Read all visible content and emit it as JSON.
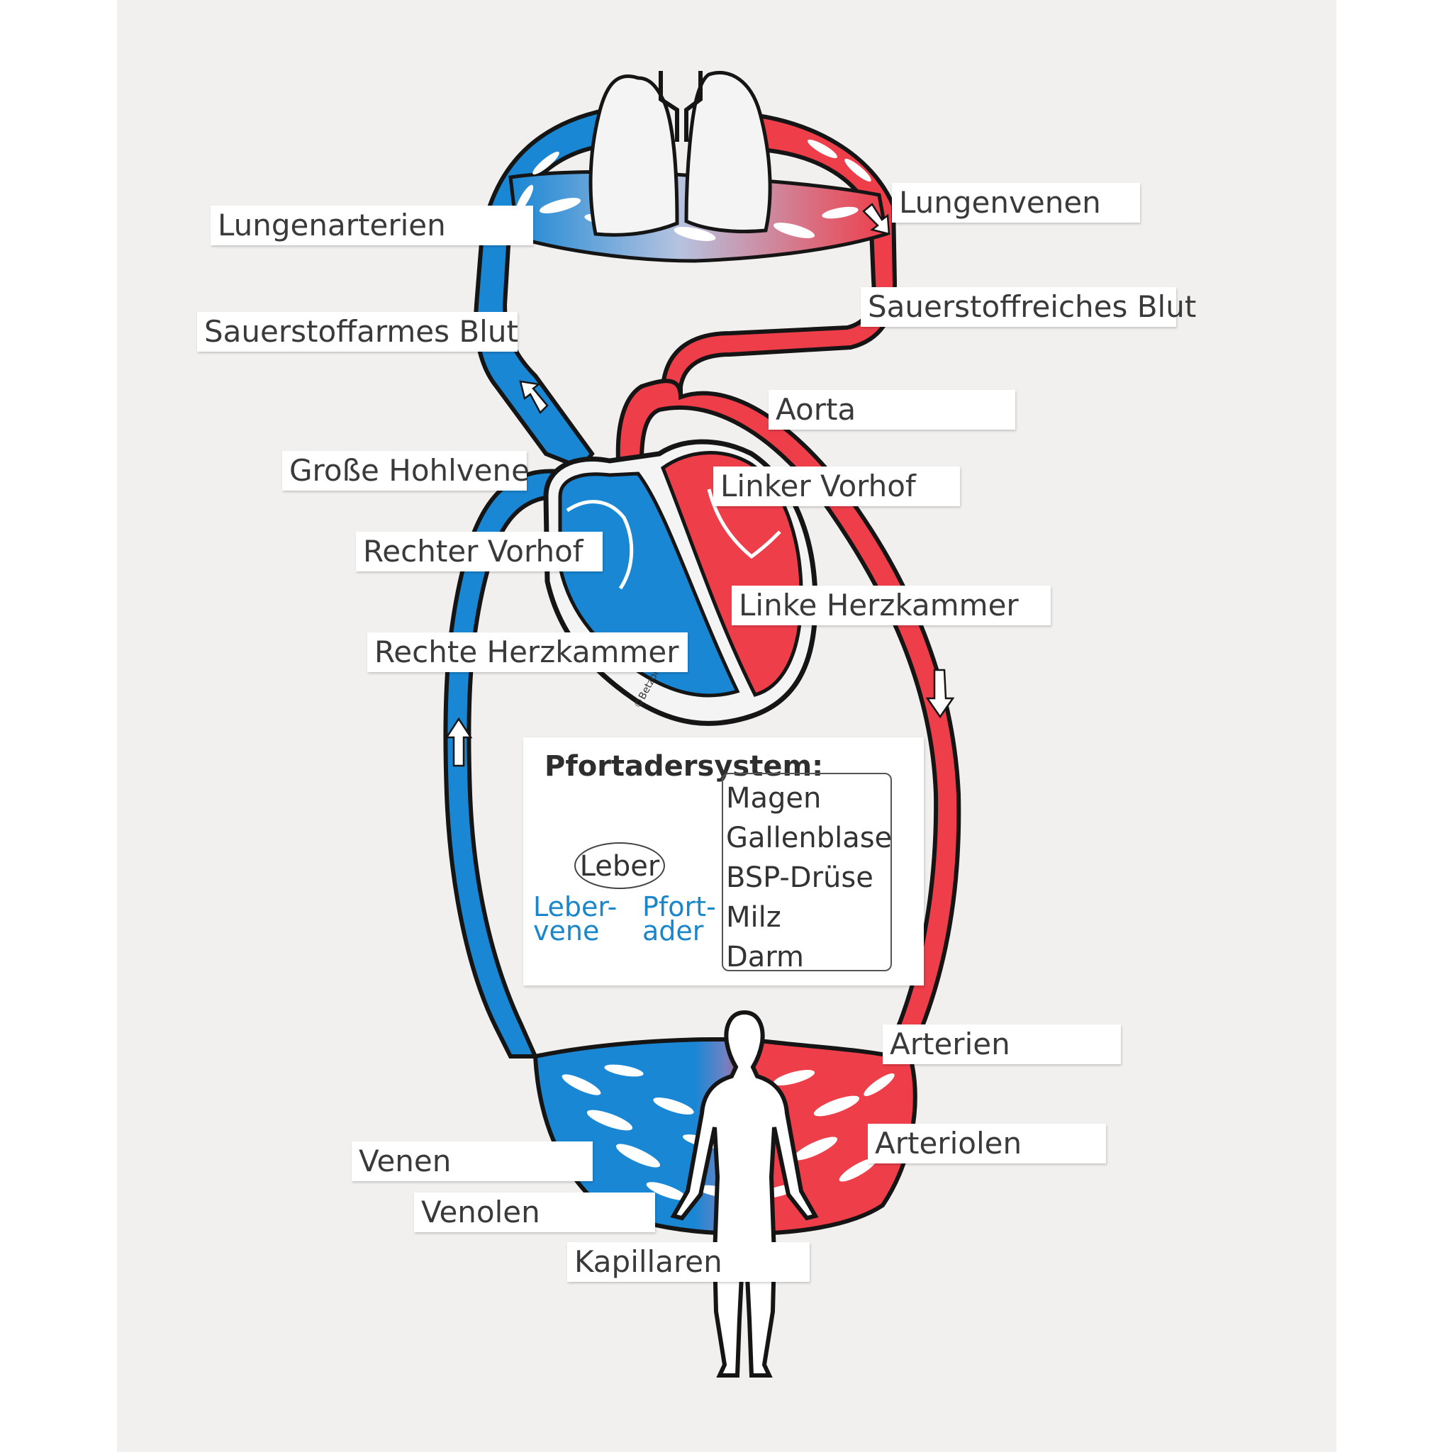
{
  "labels": {
    "lungenarterien": "Lungenarterien",
    "lungenvenen": "Lungenvenen",
    "sauerstoffarmes_blut": "Sauerstoffarmes Blut",
    "sauerstoffreiches_blut": "Sauerstoffreiches Blut",
    "aorta": "Aorta",
    "grosse_hohlvene": "Große Hohlvene",
    "linker_vorhof": "Linker Vorhof",
    "rechter_vorhof": "Rechter Vorhof",
    "linke_herzkammer": "Linke Herzkammer",
    "rechte_herzkammer": "Rechte Herzkammer",
    "arterien": "Arterien",
    "arteriolen": "Arteriolen",
    "venen": "Venen",
    "venolen": "Venolen",
    "kapillaren": "Kapillaren"
  },
  "pfortadersystem": {
    "title": "Pfortadersystem:",
    "organs": [
      "Magen",
      "Gallenblase",
      "BSP-Drüse",
      "Milz",
      "Darm"
    ],
    "leber": "Leber",
    "lebervene": [
      "Leber-",
      "vene"
    ],
    "pfortader": [
      "Pfort-",
      "ader"
    ]
  },
  "heart_mark": "©Betzold",
  "colors": {
    "oxygen_poor": "#1a87d4",
    "oxygen_rich": "#ee3e4a",
    "outline": "#151515",
    "lung": "#f4f4f4"
  }
}
